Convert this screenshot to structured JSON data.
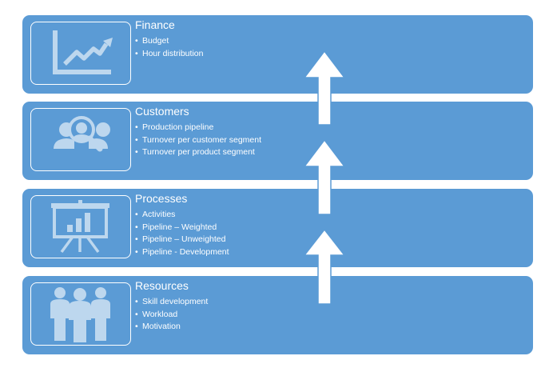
{
  "panels": [
    {
      "title": "Finance",
      "icon": "line-chart-icon",
      "items": [
        "Budget",
        "Hour distribution"
      ]
    },
    {
      "title": "Customers",
      "icon": "people-magnifier-icon",
      "items": [
        "Production pipeline",
        "Turnover per customer segment",
        "Turnover per product segment"
      ]
    },
    {
      "title": "Processes",
      "icon": "presentation-board-icon",
      "items": [
        "Activities",
        "Pipeline – Weighted",
        "Pipeline – Unweighted",
        "Pipeline - Development"
      ]
    },
    {
      "title": "Resources",
      "icon": "people-group-icon",
      "items": [
        "Skill development",
        "Workload",
        "Motivation"
      ]
    }
  ],
  "colors": {
    "panel_fill": "#5b9bd5",
    "icon_fill": "#bdd7ee",
    "text": "#ffffff"
  }
}
